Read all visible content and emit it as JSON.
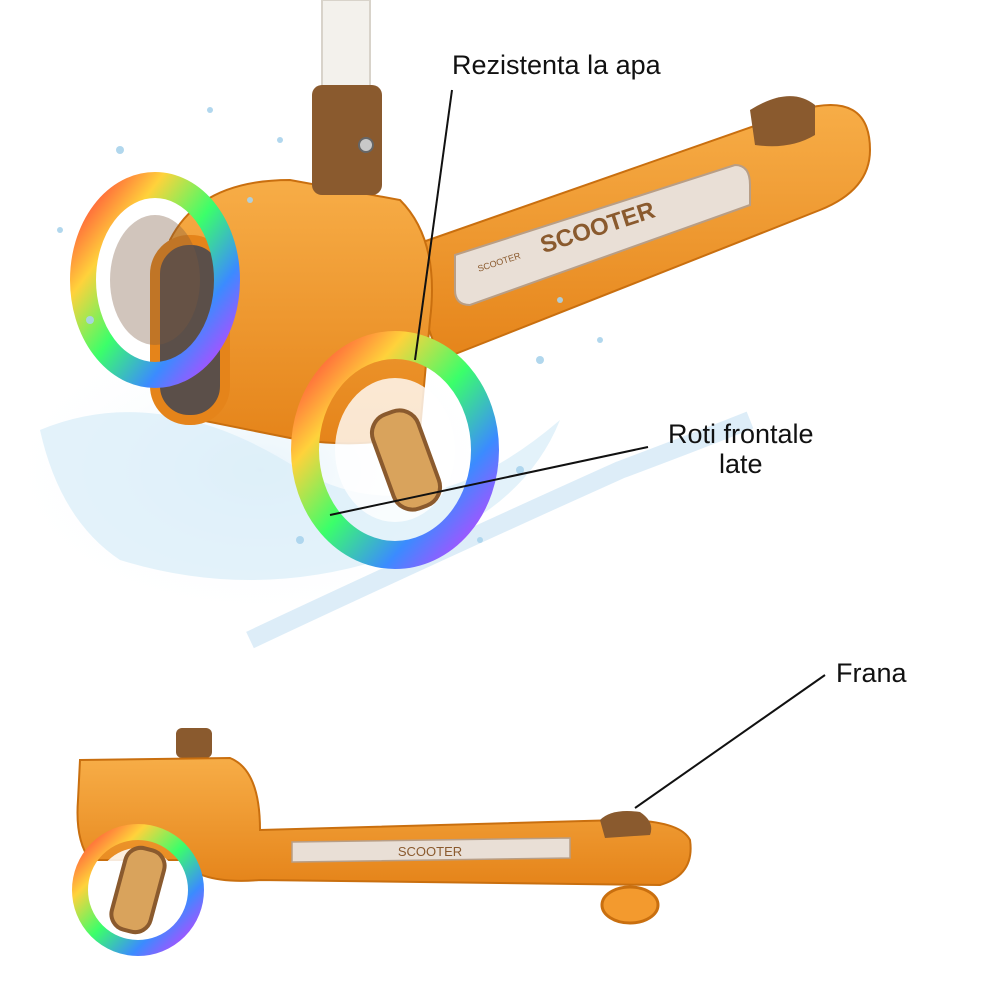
{
  "callouts": {
    "water_resistance": "Rezistenta la apa",
    "front_wheels_line1": "Roti frontale",
    "front_wheels_line2": "late",
    "brake": "Frana"
  },
  "deck_text": {
    "brand_large": "SCOOTER",
    "brand_small": "SCOOTER"
  },
  "colors": {
    "scooter_orange": "#f39a2e",
    "scooter_orange_dark": "#d97a12",
    "accent_brown": "#8a5a2e",
    "deck_plate": "#e9dfd6",
    "water": "#cfe6f5",
    "stem_white": "#f3f1ec"
  }
}
